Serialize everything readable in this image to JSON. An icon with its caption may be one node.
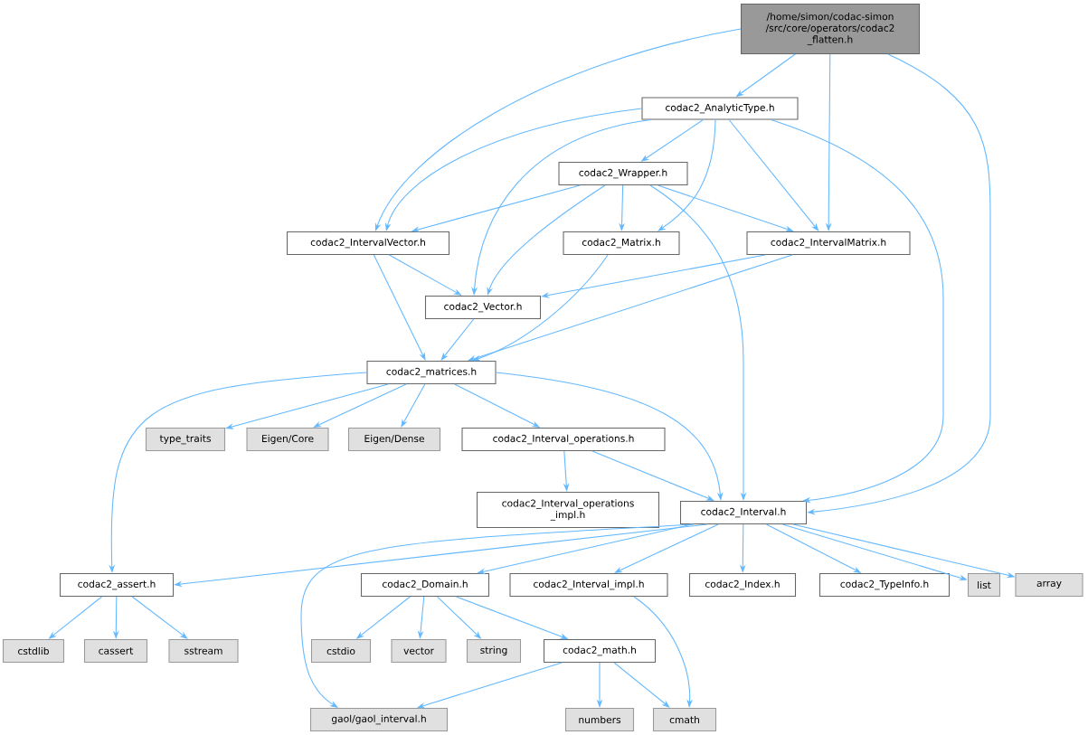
{
  "diagram": {
    "nodes": [
      {
        "text": [
          "/home/simon/codac-simon /src/core/operators/codac2 _flatten.h"
        ]
      },
      {
        "text": [
          "codac2_AnalyticType.h"
        ]
      },
      {
        "text": [
          "codac2_Wrapper.h"
        ]
      },
      {
        "text": [
          "codac2_IntervalVector.h"
        ]
      },
      {
        "text": [
          "codac2_Matrix.h"
        ]
      },
      {
        "text": [
          "codac2_IntervalMatrix.h"
        ]
      },
      {
        "text": [
          "codac2_Vector.h"
        ]
      },
      {
        "text": [
          "codac2_matrices.h"
        ]
      },
      {
        "text": [
          "type_traits"
        ]
      },
      {
        "text": [
          "Eigen/Core"
        ]
      },
      {
        "text": [
          "Eigen/Dense"
        ]
      },
      {
        "text": [
          "codac2_Interval_operations.h"
        ]
      },
      {
        "text": [
          "codac2_Interval_operations _impl.h"
        ]
      },
      {
        "text": [
          "codac2_Interval.h"
        ]
      },
      {
        "text": [
          "codac2_assert.h"
        ]
      },
      {
        "text": [
          "codac2_Domain.h"
        ]
      },
      {
        "text": [
          "codac2_Interval_impl.h"
        ]
      },
      {
        "text": [
          "codac2_Index.h"
        ]
      },
      {
        "text": [
          "codac2_TypeInfo.h"
        ]
      },
      {
        "text": [
          "list"
        ]
      },
      {
        "text": [
          "array"
        ]
      },
      {
        "text": [
          "cstdlib"
        ]
      },
      {
        "text": [
          "cassert"
        ]
      },
      {
        "text": [
          "sstream"
        ]
      },
      {
        "text": [
          "cstdio"
        ]
      },
      {
        "text": [
          "vector"
        ]
      },
      {
        "text": [
          "string"
        ]
      },
      {
        "text": [
          "codac2_math.h"
        ]
      },
      {
        "text": [
          "gaol/gaol_interval.h"
        ]
      },
      {
        "text": [
          "numbers"
        ]
      },
      {
        "text": [
          "cmath"
        ]
      }
    ],
    "edges": [
      {
        "from": 0,
        "to": 1,
        "arrow": "to"
      },
      {
        "from": 0,
        "to": 3,
        "arrow": "to"
      },
      {
        "from": 0,
        "to": 5,
        "arrow": "to"
      },
      {
        "from": 0,
        "to": 13,
        "arrow": "to"
      },
      {
        "from": 1,
        "to": 2,
        "arrow": "to"
      },
      {
        "from": 1,
        "to": 3,
        "arrow": "to"
      },
      {
        "from": 1,
        "to": 6,
        "arrow": "to"
      },
      {
        "from": 1,
        "to": 4,
        "arrow": "to"
      },
      {
        "from": 1,
        "to": 5,
        "arrow": "to"
      },
      {
        "from": 1,
        "to": 13,
        "arrow": "to"
      },
      {
        "from": 2,
        "to": 3,
        "arrow": "to"
      },
      {
        "from": 2,
        "to": 6,
        "arrow": "to"
      },
      {
        "from": 2,
        "to": 4,
        "arrow": "to"
      },
      {
        "from": 2,
        "to": 5,
        "arrow": "to"
      },
      {
        "from": 2,
        "to": 13,
        "arrow": "to"
      },
      {
        "from": 3,
        "to": 6,
        "arrow": "to"
      },
      {
        "from": 3,
        "to": 7,
        "arrow": "to"
      },
      {
        "from": 4,
        "to": 7,
        "arrow": "to"
      },
      {
        "from": 5,
        "to": 6,
        "arrow": "to"
      },
      {
        "from": 5,
        "to": 7,
        "arrow": "to"
      },
      {
        "from": 6,
        "to": 7,
        "arrow": "to"
      },
      {
        "from": 7,
        "to": 14,
        "arrow": "to"
      },
      {
        "from": 7,
        "to": 8,
        "arrow": "to"
      },
      {
        "from": 7,
        "to": 9,
        "arrow": "to"
      },
      {
        "from": 7,
        "to": 10,
        "arrow": "to"
      },
      {
        "from": 7,
        "to": 11,
        "arrow": "to"
      },
      {
        "from": 7,
        "to": 13,
        "arrow": "to"
      },
      {
        "from": 11,
        "to": 12,
        "arrow": "to"
      },
      {
        "from": 11,
        "to": 13,
        "arrow": "to"
      },
      {
        "from": 13,
        "to": 14,
        "arrow": "to"
      },
      {
        "from": 13,
        "to": 28,
        "arrow": "to"
      },
      {
        "from": 13,
        "to": 15,
        "arrow": "to"
      },
      {
        "from": 13,
        "to": 16,
        "arrow": "to"
      },
      {
        "from": 13,
        "to": 17,
        "arrow": "to"
      },
      {
        "from": 13,
        "to": 18,
        "arrow": "to"
      },
      {
        "from": 13,
        "to": 19,
        "arrow": "to"
      },
      {
        "from": 13,
        "to": 20,
        "arrow": "to"
      },
      {
        "from": 14,
        "to": 21,
        "arrow": "to"
      },
      {
        "from": 14,
        "to": 22,
        "arrow": "to"
      },
      {
        "from": 14,
        "to": 23,
        "arrow": "to"
      },
      {
        "from": 15,
        "to": 24,
        "arrow": "to"
      },
      {
        "from": 15,
        "to": 25,
        "arrow": "to"
      },
      {
        "from": 15,
        "to": 26,
        "arrow": "to"
      },
      {
        "from": 15,
        "to": 27,
        "arrow": "to"
      },
      {
        "from": 16,
        "to": 30,
        "arrow": "to"
      },
      {
        "from": 27,
        "to": 28,
        "arrow": "to"
      },
      {
        "from": 27,
        "to": 29,
        "arrow": "to"
      },
      {
        "from": 27,
        "to": 30,
        "arrow": "to"
      }
    ]
  }
}
